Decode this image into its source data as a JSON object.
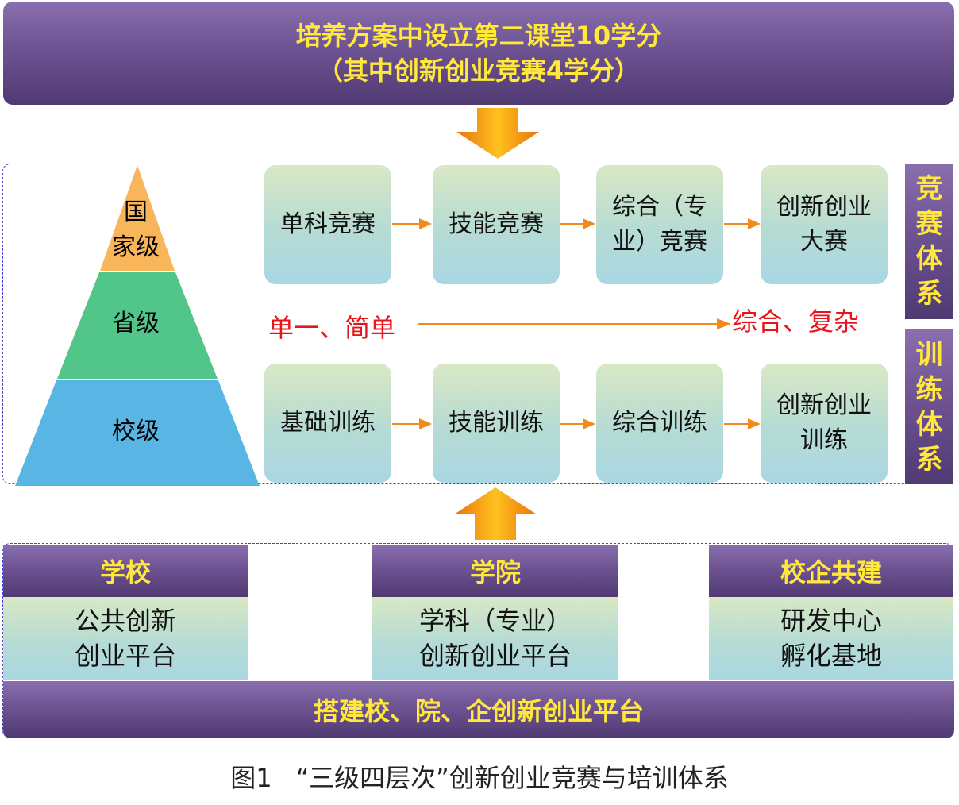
{
  "top_banner": {
    "line1": "培养方案中设立第二课堂10学分",
    "line2": "（其中创新创业竞赛4学分）"
  },
  "pyramid": {
    "national_line1": "国",
    "national_line2": "家级",
    "provincial": "省级",
    "school": "校级"
  },
  "competition_row": [
    {
      "line1": "单科竞赛",
      "line2": ""
    },
    {
      "line1": "技能竞赛",
      "line2": ""
    },
    {
      "line1": "综合（专",
      "line2": "业）竞赛"
    },
    {
      "line1": "创新创业",
      "line2": "大赛"
    }
  ],
  "training_row": [
    {
      "line1": "基础训练",
      "line2": ""
    },
    {
      "line1": "技能训练",
      "line2": ""
    },
    {
      "line1": "综合训练",
      "line2": ""
    },
    {
      "line1": "创新创业",
      "line2": "训练"
    }
  ],
  "range": {
    "left": "单一、简单",
    "right": "综合、复杂"
  },
  "side_tags": {
    "competition": [
      "竞",
      "赛",
      "体",
      "系"
    ],
    "training": [
      "训",
      "练",
      "体",
      "系"
    ]
  },
  "platforms": [
    {
      "head": "学校",
      "line1": "公共创新",
      "line2": "创业平台"
    },
    {
      "head": "学院",
      "line1": "学科（专业）",
      "line2": "创新创业平台"
    },
    {
      "head": "校企共建",
      "line1": "研发中心",
      "line2": "孵化基地"
    }
  ],
  "bottom_banner": "搭建校、院、企创新创业平台",
  "caption": {
    "number": "图1",
    "title": "“三级四层次”创新创业竞赛与培训体系"
  },
  "colors": {
    "purple": "#6e5393",
    "yellow_text": "#ffe83a",
    "pyramid_top": "#f9b55a",
    "pyramid_middle": "#52c58a",
    "pyramid_bottom": "#59b6e4",
    "arrow_orange": "#f08a1c",
    "range_text": "#e8141c",
    "frame_dash": "#4a44c8"
  }
}
